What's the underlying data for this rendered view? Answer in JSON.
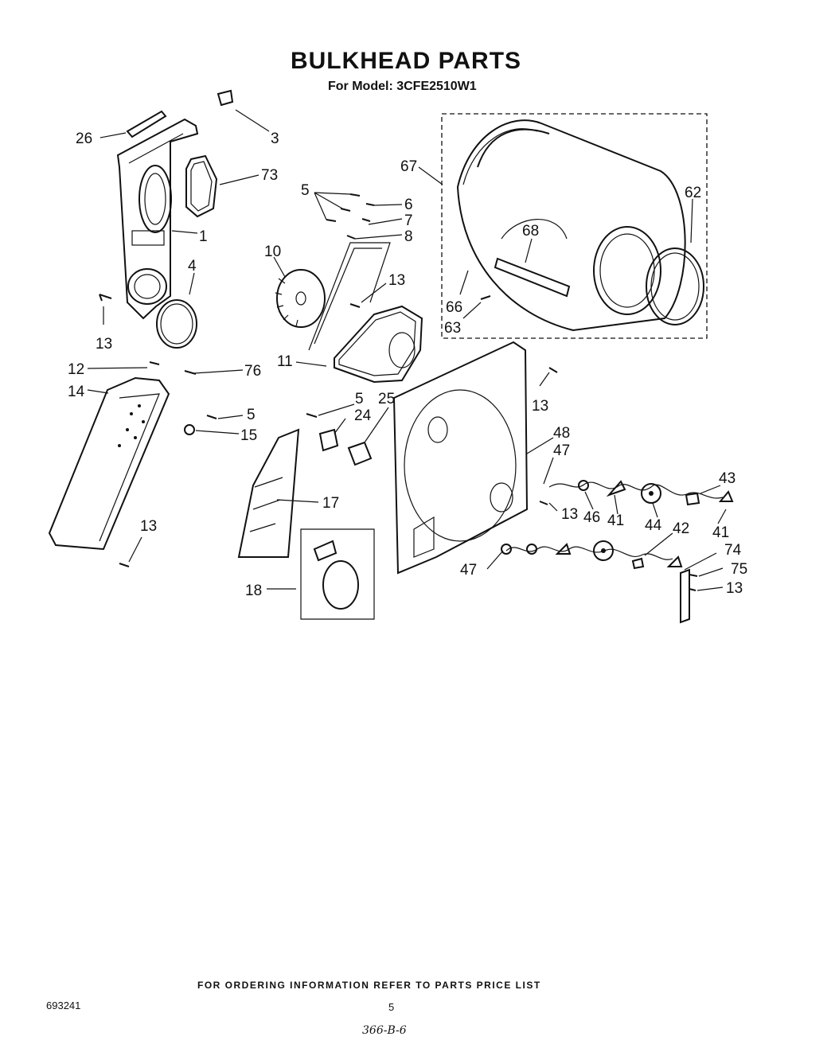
{
  "header": {
    "title": "BULKHEAD PARTS",
    "subtitle": "For Model: 3CFE2510W1"
  },
  "callouts": {
    "c1": "1",
    "c3": "3",
    "c4": "4",
    "c5a": "5",
    "c5b": "5",
    "c5c": "5",
    "c6": "6",
    "c7": "7",
    "c8": "8",
    "c10": "10",
    "c11": "11",
    "c12": "12",
    "c13a": "13",
    "c13b": "13",
    "c13c": "13",
    "c13d": "13",
    "c13e": "13",
    "c13f": "13",
    "c14": "14",
    "c15": "15",
    "c17": "17",
    "c18": "18",
    "c24": "24",
    "c25": "25",
    "c26": "26",
    "c41a": "41",
    "c41b": "41",
    "c42": "42",
    "c43": "43",
    "c44": "44",
    "c46": "46",
    "c47a": "47",
    "c47b": "47",
    "c48": "48",
    "c62": "62",
    "c63": "63",
    "c66": "66",
    "c67": "67",
    "c68": "68",
    "c73": "73",
    "c74": "74",
    "c75": "75",
    "c76": "76"
  },
  "footer": {
    "ordering_note": "FOR ORDERING INFORMATION REFER TO PARTS PRICE LIST",
    "doc_number": "693241",
    "page_number": "5",
    "handwritten_code": "366-B-6"
  }
}
